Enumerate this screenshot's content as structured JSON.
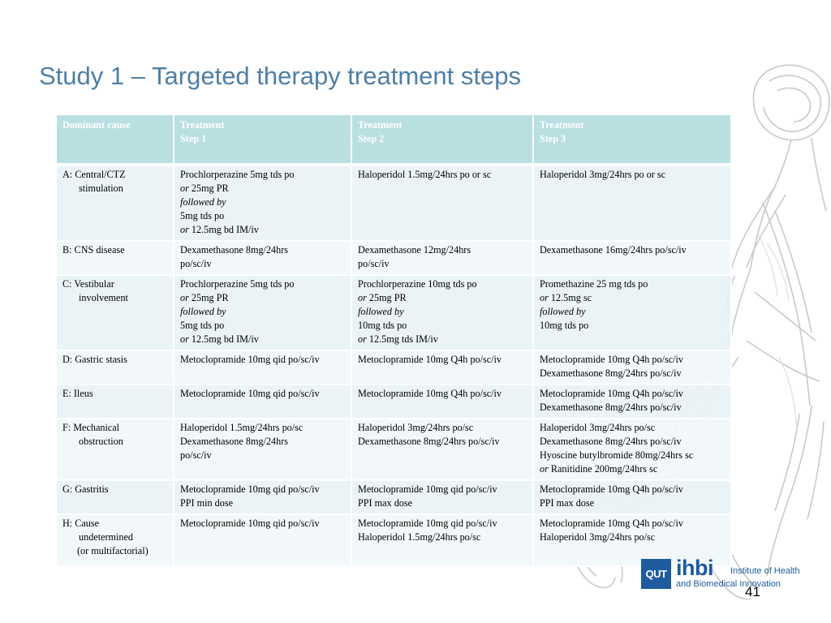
{
  "slide": {
    "title": "Study 1 – Targeted therapy treatment steps",
    "page_number": "41",
    "logo": {
      "mark": "QUT",
      "name": "ihbi",
      "line1": "Institute of Health",
      "line2": "and Biomedical Innovation"
    }
  },
  "table": {
    "headers": [
      {
        "l1": "Dominant cause",
        "l2": ""
      },
      {
        "l1": "Treatment",
        "l2": "Step 1"
      },
      {
        "l1": "Treatment",
        "l2": "Step 2"
      },
      {
        "l1": "Treatment",
        "l2": "Step 3"
      }
    ],
    "rows": [
      {
        "cause": [
          "A: Central/CTZ",
          "stimulation"
        ],
        "s1": [
          "Prochlorperazine  5mg tds po",
          "25mg PR",
          "followed by",
          "5mg tds po",
          "12.5mg bd IM/iv"
        ],
        "s2": [
          "Haloperidol 1.5mg/24hrs po or sc"
        ],
        "s3": [
          "Haloperidol  3mg/24hrs po or sc"
        ]
      },
      {
        "cause": [
          "B: CNS disease"
        ],
        "s1": [
          "Dexamethasone 8mg/24hrs",
          "po/sc/iv"
        ],
        "s2": [
          "Dexamethasone 12mg/24hrs",
          "po/sc/iv"
        ],
        "s3": [
          "Dexamethasone 16mg/24hrs po/sc/iv"
        ]
      },
      {
        "cause": [
          "C: Vestibular",
          "involvement"
        ],
        "s1": [
          "Prochlorperazine  5mg tds po",
          "25mg PR",
          "followed by",
          "5mg tds po",
          "12.5mg bd IM/iv"
        ],
        "s2": [
          "Prochlorperazine  10mg tds po",
          "25mg PR",
          "followed by",
          "10mg tds po",
          "12.5mg tds IM/iv"
        ],
        "s3": [
          "Promethazine  25 mg tds po",
          "12.5mg sc",
          "followed by",
          "10mg tds po"
        ]
      },
      {
        "cause": [
          "D: Gastric stasis"
        ],
        "s1": [
          "Metoclopramide 10mg qid po/sc/iv"
        ],
        "s2": [
          "Metoclopramide 10mg Q4h po/sc/iv"
        ],
        "s3": [
          "Metoclopramide 10mg Q4h po/sc/iv",
          "Dexamethasone 8mg/24hrs po/sc/iv"
        ]
      },
      {
        "cause": [
          "E: Ileus"
        ],
        "s1": [
          "Metoclopramide 10mg qid po/sc/iv"
        ],
        "s2": [
          "Metoclopramide 10mg Q4h po/sc/iv"
        ],
        "s3": [
          "Metoclopramide 10mg Q4h po/sc/iv",
          "Dexamethasone 8mg/24hrs po/sc/iv"
        ]
      },
      {
        "cause": [
          "F: Mechanical",
          "obstruction"
        ],
        "s1": [
          "Haloperidol 1.5mg/24hrs po/sc",
          "Dexamethasone 8mg/24hrs",
          "po/sc/iv"
        ],
        "s2": [
          "Haloperidol  3mg/24hrs po/sc",
          "Dexamethasone 8mg/24hrs po/sc/iv"
        ],
        "s3": [
          "Haloperidol 3mg/24hrs po/sc",
          "Dexamethasone 8mg/24hrs po/sc/iv",
          "Hyoscine butylbromide 80mg/24hrs sc",
          "Ranitidine  200mg/24hrs sc"
        ]
      },
      {
        "cause": [
          "G: Gastritis"
        ],
        "s1": [
          "Metoclopramide 10mg qid po/sc/iv",
          "PPI min dose"
        ],
        "s2": [
          "Metoclopramide 10mg qid po/sc/iv",
          "PPI max dose"
        ],
        "s3": [
          "Metoclopramide 10mg Q4h po/sc/iv",
          "PPI max dose"
        ]
      },
      {
        "cause": [
          "H: Cause",
          "undetermined",
          "(or multifactorial)"
        ],
        "s1": [
          "Metoclopramide 10mg qid po/sc/iv"
        ],
        "s2": [
          "Metoclopramide 10mg qid po/sc/iv",
          "Haloperidol 1.5mg/24hrs po/sc"
        ],
        "s3": [
          "Metoclopramide 10mg Q4h po/sc/iv",
          "Haloperidol  3mg/24hrs po/sc"
        ]
      }
    ],
    "or_word": "or",
    "colors": {
      "header_bg": "#b9dfe1",
      "title": "#4f7fa6",
      "logo": "#1d5b9e"
    }
  }
}
